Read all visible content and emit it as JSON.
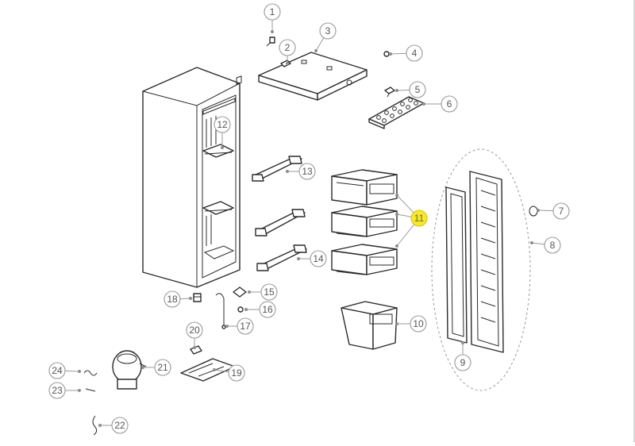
{
  "diagram": {
    "highlight_color": "#f5e83a",
    "callouts": [
      {
        "id": "1",
        "label": "1"
      },
      {
        "id": "2",
        "label": "2"
      },
      {
        "id": "3",
        "label": "3"
      },
      {
        "id": "4",
        "label": "4"
      },
      {
        "id": "5",
        "label": "5"
      },
      {
        "id": "6",
        "label": "6"
      },
      {
        "id": "7",
        "label": "7"
      },
      {
        "id": "8",
        "label": "8"
      },
      {
        "id": "9",
        "label": "9"
      },
      {
        "id": "10",
        "label": "10"
      },
      {
        "id": "11",
        "label": "11",
        "highlighted": true
      },
      {
        "id": "12",
        "label": "12"
      },
      {
        "id": "13",
        "label": "13"
      },
      {
        "id": "14",
        "label": "14"
      },
      {
        "id": "15",
        "label": "15"
      },
      {
        "id": "16",
        "label": "16"
      },
      {
        "id": "17",
        "label": "17"
      },
      {
        "id": "18",
        "label": "18"
      },
      {
        "id": "19",
        "label": "19"
      },
      {
        "id": "20",
        "label": "20"
      },
      {
        "id": "21",
        "label": "21"
      },
      {
        "id": "22",
        "label": "22"
      },
      {
        "id": "23",
        "label": "23"
      },
      {
        "id": "24",
        "label": "24"
      }
    ]
  }
}
